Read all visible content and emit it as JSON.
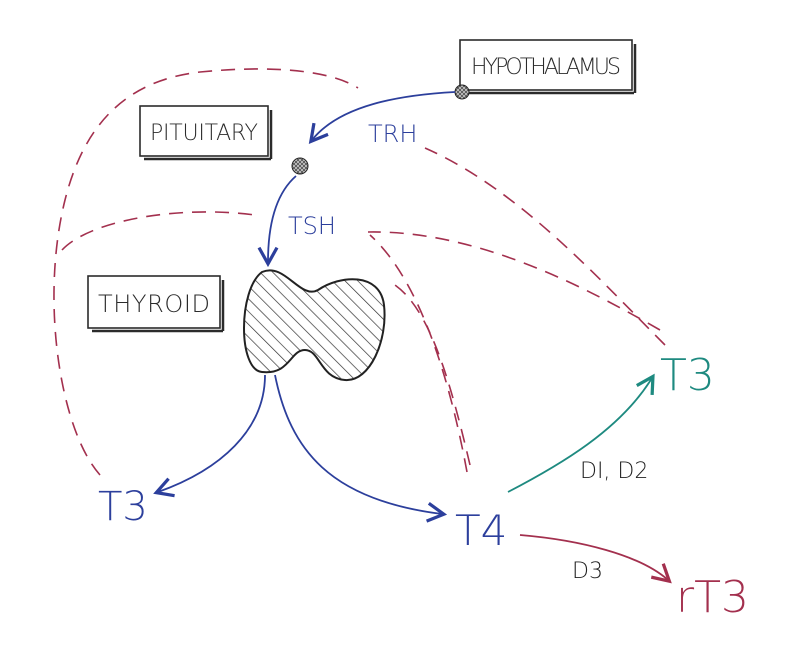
{
  "colors": {
    "ink": "#2b2b2b",
    "blue": "#2c3f9c",
    "red": "#a3304e",
    "teal": "#1e8a80"
  },
  "nodes": {
    "hypothalamus": "HYPOTHALAMUS",
    "pituitary": "PITUITARY",
    "thyroid": "THYROID",
    "t3_left": "T3",
    "t4": "T4",
    "t3_right": "T3",
    "rt3": "rT3"
  },
  "edges": {
    "trh": "TRH",
    "tsh": "TSH",
    "d1d2": "DI, D2",
    "d3": "D3"
  }
}
